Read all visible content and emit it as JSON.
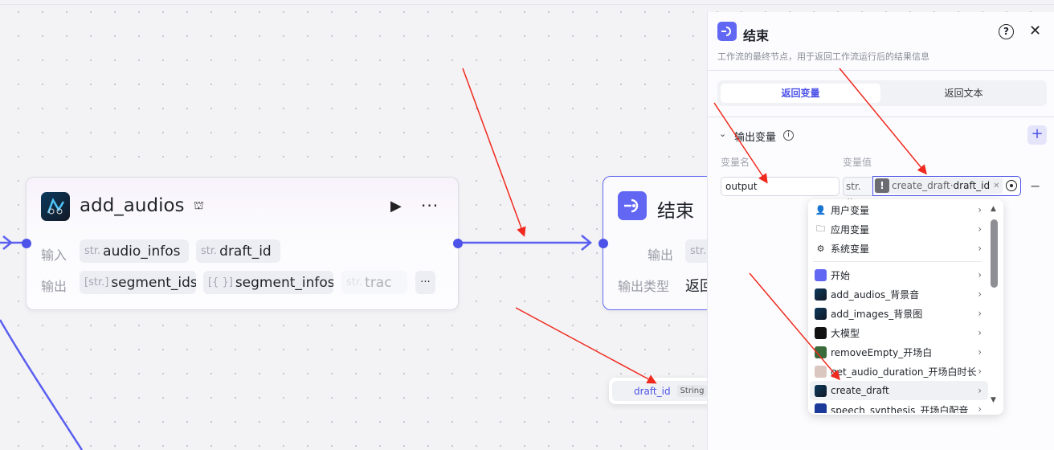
{
  "nodes": {
    "add_audios": {
      "title": "add_audios",
      "input_label": "输入",
      "output_label": "输出",
      "inputs": [
        {
          "type": "str.",
          "name": "audio_infos"
        },
        {
          "type": "str.",
          "name": "draft_id"
        }
      ],
      "outputs": [
        {
          "type": "[str.]",
          "name": "segment_ids"
        },
        {
          "type": "[{ }]",
          "name": "segment_infos"
        },
        {
          "type": "str.",
          "name": "trac"
        }
      ],
      "more": "···"
    },
    "end": {
      "title": "结束",
      "output_label": "输出",
      "output_chip_type": "str.",
      "output_type_label": "输出类型",
      "output_type_value": "返回变量"
    }
  },
  "tooltip": {
    "name": "draft_id",
    "type": "String"
  },
  "panel": {
    "title": "结束",
    "description": "工作流的最终节点，用于返回工作流运行后的结果信息",
    "tabs": [
      {
        "label": "返回变量",
        "active": true
      },
      {
        "label": "返回文本",
        "active": false
      }
    ],
    "section_title": "输出变量",
    "col_name": "变量名",
    "col_value": "变量值",
    "row": {
      "name": "output",
      "type": "str.",
      "ref_node": "create_draft",
      "ref_sep": " · ",
      "ref_field": "draft_id"
    }
  },
  "dropdown": {
    "groups": [
      {
        "label": "用户变量",
        "icon": "user-icon"
      },
      {
        "label": "应用变量",
        "icon": "folder-icon"
      },
      {
        "label": "系统变量",
        "icon": "gear-icon"
      }
    ],
    "nodes": [
      {
        "label": "开始",
        "icon": "start-icon"
      },
      {
        "label": "add_audios_背景音",
        "icon": "draft-plugin-icon"
      },
      {
        "label": "add_images_背景图",
        "icon": "draft-plugin-icon"
      },
      {
        "label": "大模型",
        "icon": "llm-icon"
      },
      {
        "label": "removeEmpty_开场白",
        "icon": "code-icon"
      },
      {
        "label": "get_audio_duration_开场白时长",
        "icon": "avatar-icon"
      },
      {
        "label": "create_draft",
        "icon": "draft-plugin-icon",
        "highlighted": true
      },
      {
        "label": "speech_synthesis_开场白配音",
        "icon": "speech-icon"
      }
    ]
  },
  "colors": {
    "accent": "#4d53e8",
    "annotation": "#f0291e"
  }
}
